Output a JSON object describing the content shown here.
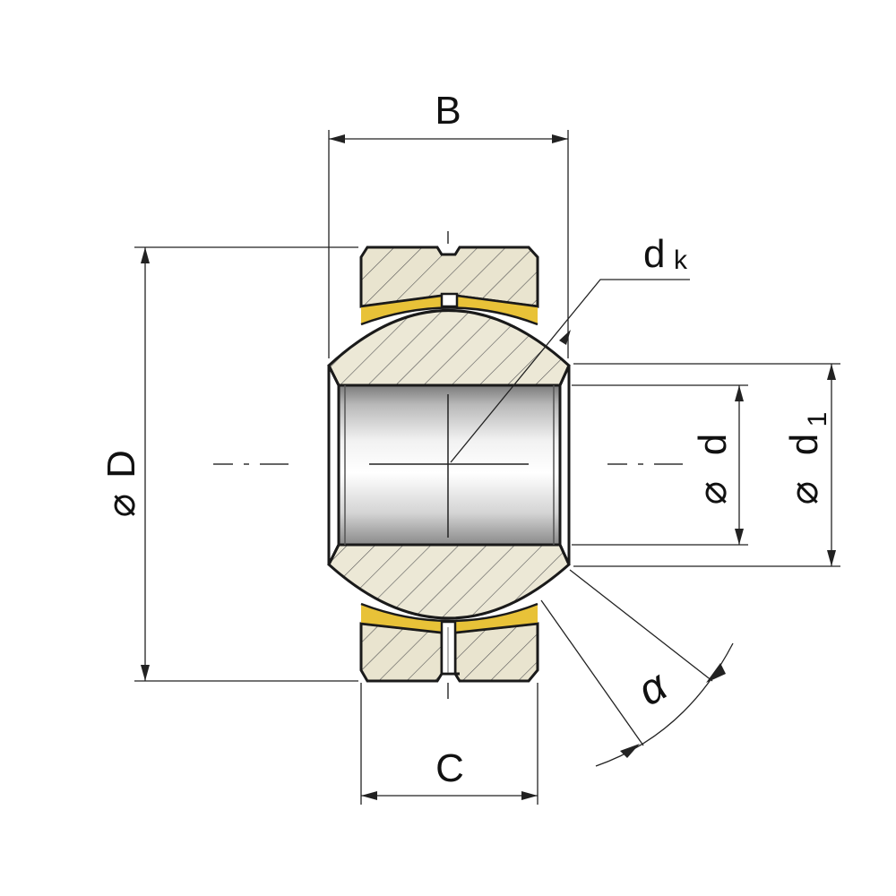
{
  "labels": {
    "width_B": "B",
    "width_C": "C",
    "outer_diameter_prefix": "⌀",
    "outer_diameter": "D",
    "bore_diameter_prefix": "⌀",
    "bore_diameter": "d",
    "shoulder_diameter_prefix": "⌀",
    "shoulder_diameter": "d",
    "shoulder_diameter_sub": "1",
    "sphere_diameter": "d",
    "sphere_diameter_sub": "k",
    "tilt_angle": "α"
  },
  "colors": {
    "line": "#1a1a1a",
    "outer_ring_fill": "#e9e4cf",
    "liner_fill": "#e8c238",
    "inner_ring_fill": "#ece8d6",
    "hatch": "#555555",
    "background": "#ffffff"
  }
}
